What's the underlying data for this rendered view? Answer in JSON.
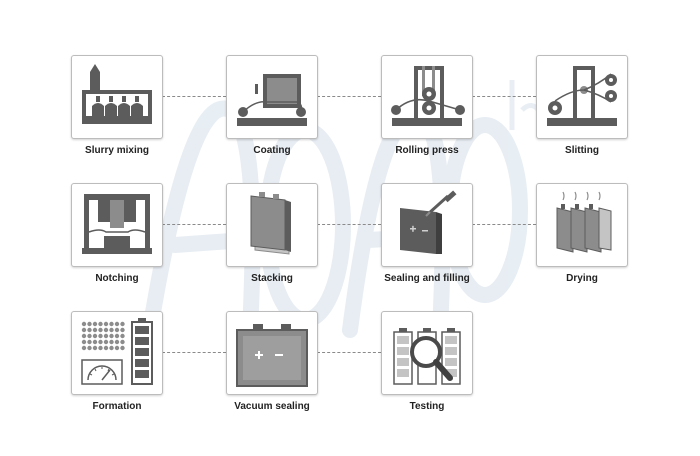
{
  "diagram": {
    "watermark_text": "AOAO lab",
    "steps": [
      {
        "label": "Slurry mixing",
        "icon": "slurry-mixing-icon"
      },
      {
        "label": "Coating",
        "icon": "coating-icon"
      },
      {
        "label": "Rolling press",
        "icon": "rolling-press-icon"
      },
      {
        "label": "Slitting",
        "icon": "slitting-icon"
      },
      {
        "label": "Notching",
        "icon": "notching-icon"
      },
      {
        "label": "Stacking",
        "icon": "stacking-icon"
      },
      {
        "label": "Sealing and filling",
        "icon": "sealing-filling-icon"
      },
      {
        "label": "Drying",
        "icon": "drying-icon"
      },
      {
        "label": "Formation",
        "icon": "formation-icon"
      },
      {
        "label": "Vacuum sealing",
        "icon": "vacuum-sealing-icon"
      },
      {
        "label": "Testing",
        "icon": "testing-icon"
      }
    ],
    "colors": {
      "icon_dark": "#5c5c5c",
      "icon_mid": "#8c8c8c",
      "icon_light": "#c4c4c4",
      "connector": "#8a8a8a",
      "watermark": "#d7e3ee"
    }
  }
}
